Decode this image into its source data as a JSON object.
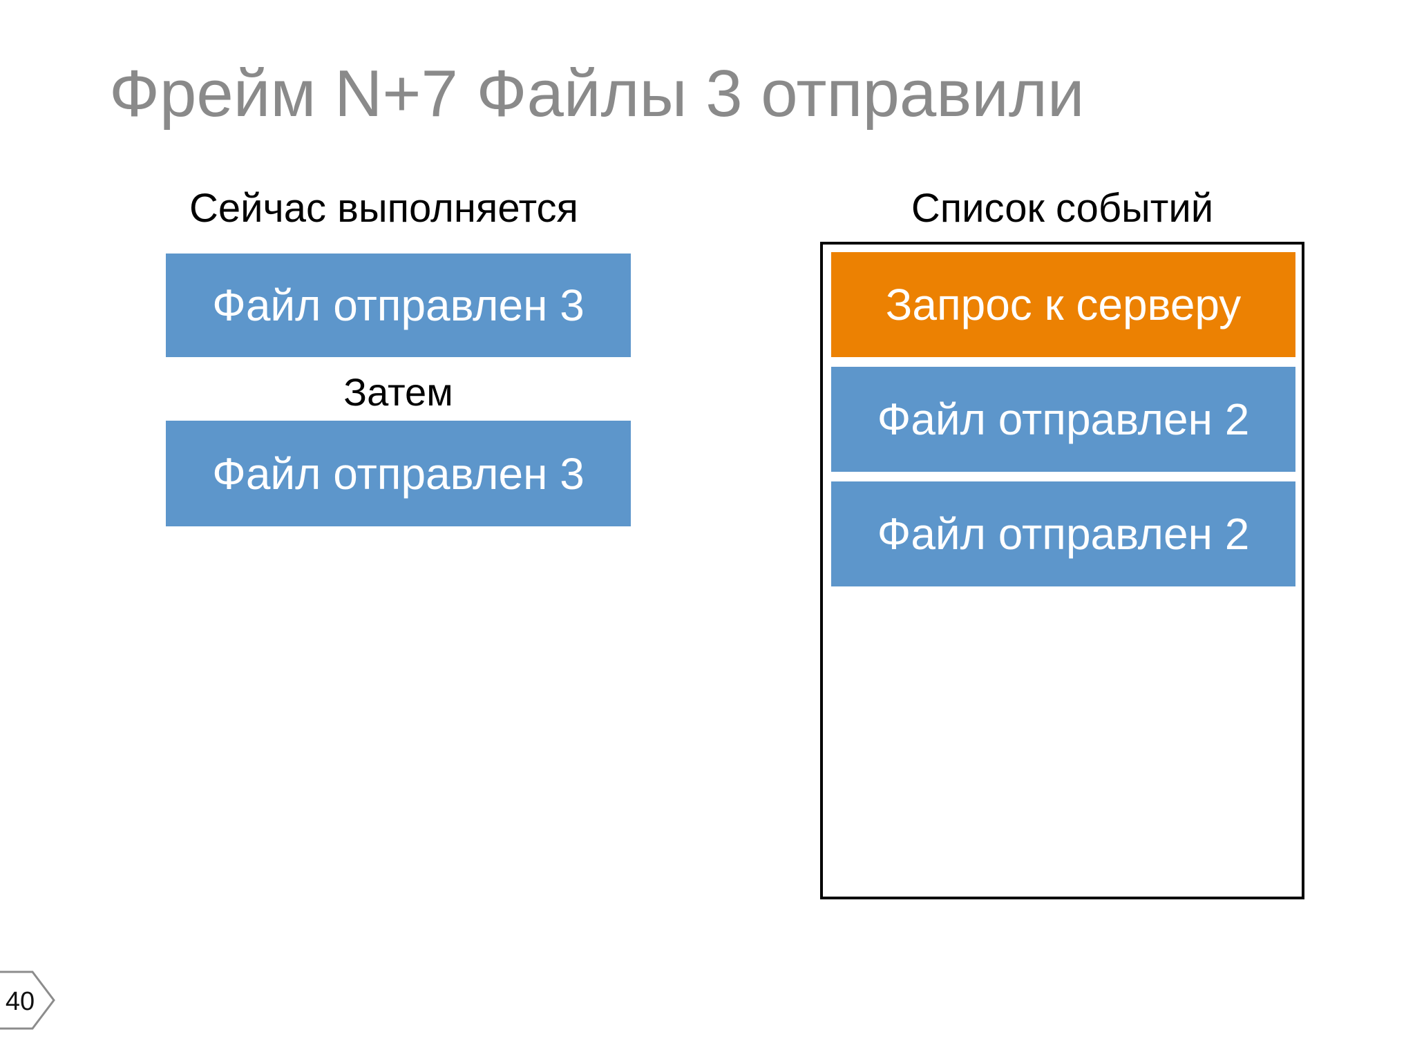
{
  "title": "Фрейм N+7 Файлы 3 отправили",
  "page_number": "40",
  "colors": {
    "blue": "#5D96CB",
    "orange": "#EC8102",
    "title_gray": "#8A8A8A",
    "text_black": "#000000",
    "container_border": "#000000",
    "badge_border": "#8C8C8C"
  },
  "left_column": {
    "header": "Сейчас выполняется",
    "current_task": "Файл отправлен 3",
    "then_label": "Затем",
    "next_task": "Файл отправлен 3"
  },
  "right_column": {
    "header": "Список событий",
    "events": [
      {
        "label": "Запрос к серверу",
        "type": "orange"
      },
      {
        "label": "Файл отправлен 2",
        "type": "blue"
      },
      {
        "label": "Файл отправлен 2",
        "type": "blue"
      }
    ]
  }
}
